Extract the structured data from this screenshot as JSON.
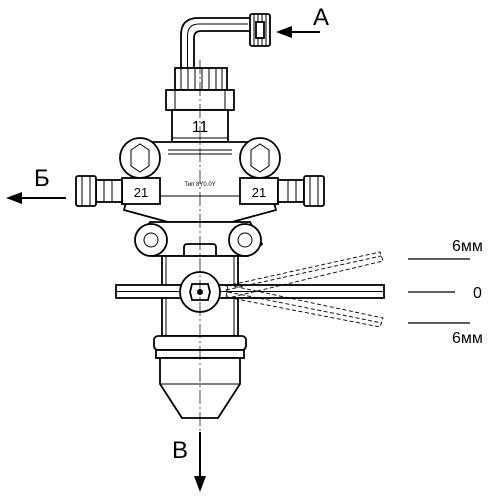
{
  "ports": {
    "inlet": "А",
    "outlet_side": "Б",
    "outlet_bottom": "В"
  },
  "body": {
    "top_nut_size": "11",
    "left_nut_size": "21",
    "right_nut_size": "21",
    "nameplate_line1": "",
    "nameplate_line2": "Тип 8Y0.0Y"
  },
  "lever_scale": {
    "upper": "6мм",
    "zero": "0",
    "lower": "6мм"
  }
}
